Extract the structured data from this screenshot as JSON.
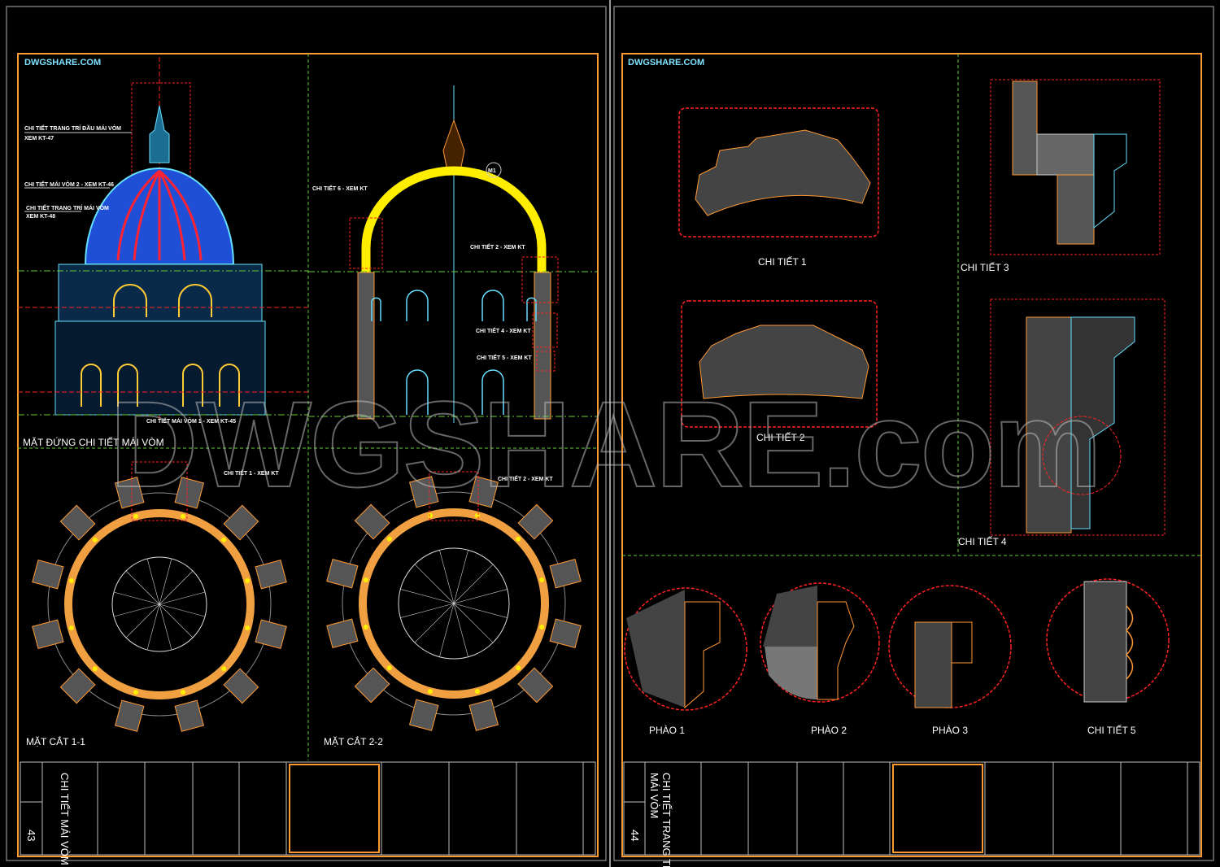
{
  "colors": {
    "background": "#000000",
    "sheet_frame": "#ff9933",
    "divider": "#66cc33",
    "detail_box": "#ff2222",
    "dome_blue": "#1f4fd6",
    "arch_yellow": "#ffee00",
    "hatch": "#555555",
    "cyan": "#66e0ff"
  },
  "watermark": "DWGSHARE.com",
  "sheet_left": {
    "brand": "DWGSHARE.COM",
    "labels": {
      "finial": "CHI TIẾT TRANG TRÍ ĐẦU MÁI VÒM",
      "finial_ref": "XEM KT-47",
      "dome2": "CHI TIẾT MÁI VÒM 2 - XEM KT-46",
      "dome_deco": "CHI TIẾT TRANG TRÍ MÁI VÒM",
      "dome_deco_ref": "XEM KT-48",
      "dome1": "CHI TIẾT MÁI VÒM 1 - XEM KT-45",
      "detail6": "CHI TIẾT 6 - XEM KT",
      "detail2": "CHI TIẾT 2 - XEM KT",
      "detail4": "CHI TIẾT 4 - XEM KT",
      "detail5": "CHI TIẾT 5 - XEM KT",
      "detail1_plan": "CHI TIẾT 1 - XEM KT",
      "detail2_plan": "CHI TIẾT 2 - XEM KT",
      "marker": "M1"
    },
    "captions": {
      "elevation": "MẶT ĐỨNG CHI TIẾT MÁI VÒM",
      "section1": "MẶT CẮT 1-1",
      "section2": "MẶT CẮT 2-2"
    },
    "title_block": {
      "drawing_title": "CHI TIẾT MÁI VÒM",
      "sheet_number": "43"
    }
  },
  "sheet_right": {
    "brand": "DWGSHARE.COM",
    "captions": {
      "detail1": "CHI TIẾT 1",
      "detail2": "CHI TIẾT 2",
      "detail3": "CHI TIẾT 3",
      "detail4": "CHI TIẾT 4",
      "phao1": "PHÀO 1",
      "phao2": "PHÀO 2",
      "phao3": "PHÀO 3",
      "detail5": "CHI TIẾT 5"
    },
    "title_block": {
      "drawing_title_line1": "CHI TIẾT TRANG TRÍ",
      "drawing_title_line2": "MÁI VÒM",
      "sheet_number": "44"
    }
  }
}
